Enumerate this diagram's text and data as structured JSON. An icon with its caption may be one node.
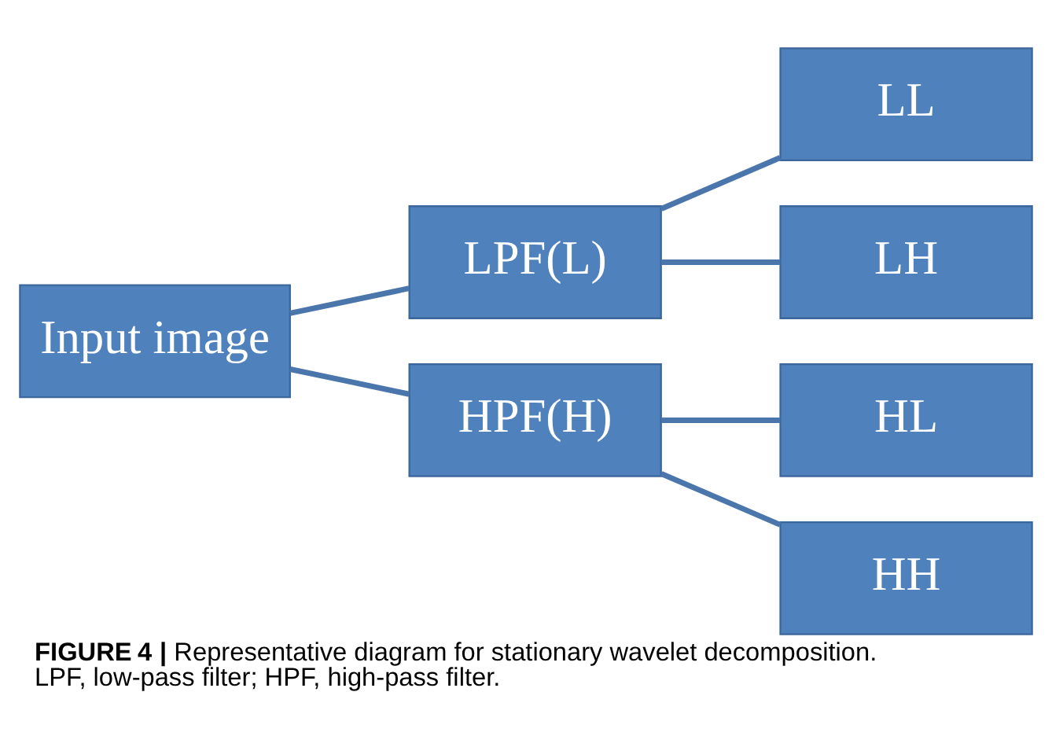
{
  "diagram": {
    "caption": "**FIGURE 4 |** Representative diagram for stationary wavelet decomposition. LPF, low-pass filter; HPF, high-pass filter.",
    "nodes": [
      {
        "text": [
          "Input image"
        ]
      },
      {
        "text": [
          "LPF(L)"
        ]
      },
      {
        "text": [
          "HPF(H)"
        ]
      },
      {
        "text": [
          "LL"
        ]
      },
      {
        "text": [
          "LH"
        ]
      },
      {
        "text": [
          "HL"
        ]
      },
      {
        "text": [
          "HH"
        ]
      }
    ],
    "edges": [
      {
        "from": 0,
        "to": 1,
        "arrow": "none"
      },
      {
        "from": 0,
        "to": 2,
        "arrow": "none"
      },
      {
        "from": 1,
        "to": 3,
        "arrow": "none"
      },
      {
        "from": 1,
        "to": 4,
        "arrow": "none"
      },
      {
        "from": 2,
        "to": 5,
        "arrow": "none"
      },
      {
        "from": 2,
        "to": 6,
        "arrow": "none"
      }
    ]
  }
}
